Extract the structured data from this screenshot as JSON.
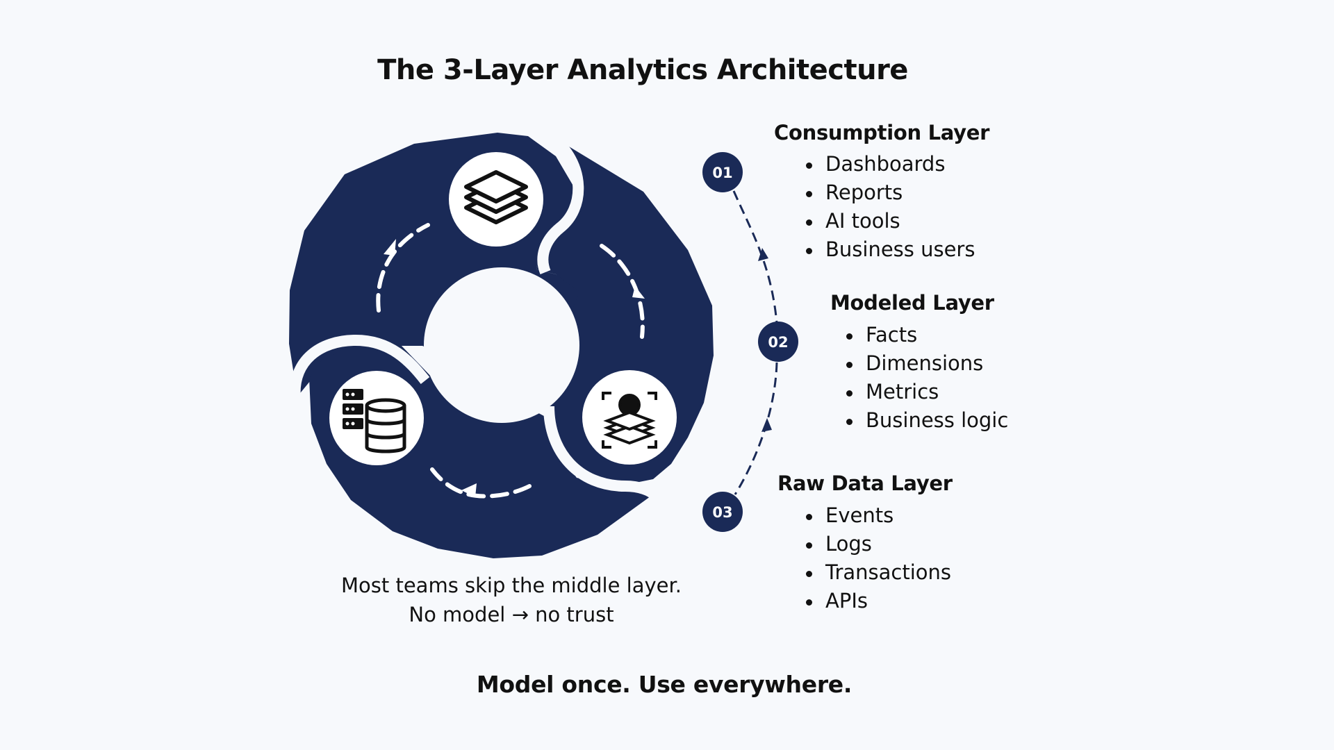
{
  "title": "The 3-Layer Analytics Architecture",
  "colors": {
    "navy": "#1a2a57",
    "background": "#f7f9fc",
    "text": "#111111"
  },
  "icons": {
    "top": "stacked-layers-icon",
    "right": "data-modeling-gear-icon",
    "left": "database-server-icon",
    "cycle": "dashed-cycle-arrow-icon"
  },
  "layers": [
    {
      "number": "01",
      "heading": "Consumption Layer",
      "items": [
        "Dashboards",
        "Reports",
        "AI tools",
        "Business users"
      ]
    },
    {
      "number": "02",
      "heading": "Modeled Layer",
      "items": [
        "Facts",
        "Dimensions",
        "Metrics",
        "Business logic"
      ]
    },
    {
      "number": "03",
      "heading": "Raw Data Layer",
      "items": [
        "Events",
        "Logs",
        "Transactions",
        "APIs"
      ]
    }
  ],
  "caption": {
    "line1": "Most teams skip the middle layer.",
    "line2": "No model → no trust"
  },
  "tagline": "Model once. Use everywhere."
}
